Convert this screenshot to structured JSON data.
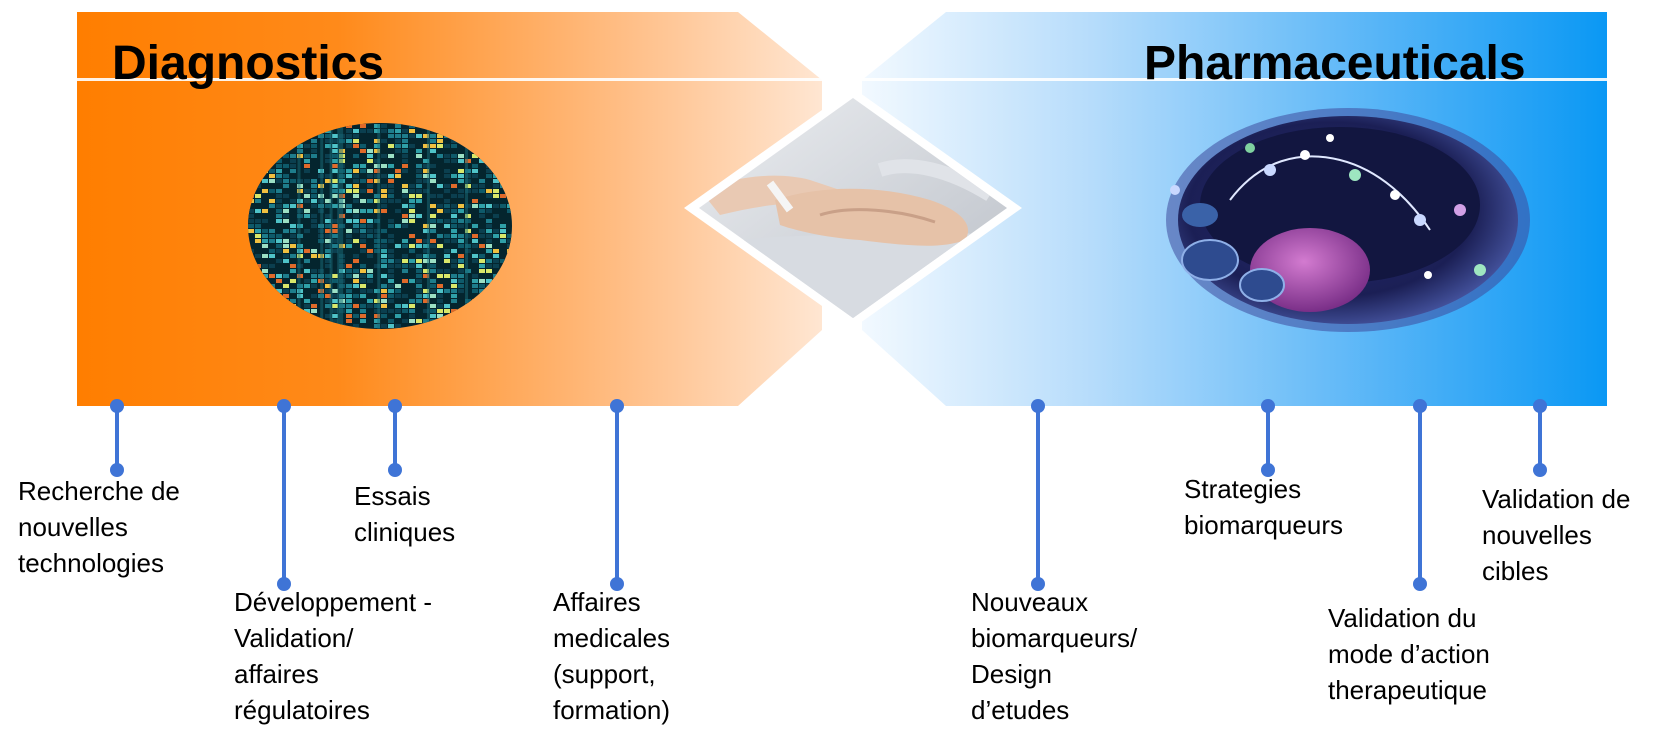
{
  "diagnostics": {
    "title": "Diagnostics",
    "color": "#FF7F00",
    "labels": [
      {
        "id": "recherche",
        "text": "Recherche de\nnouvelles\ntechnologies"
      },
      {
        "id": "developpement",
        "text": "Développement -\nValidation/\naffaires\nrégulatoires"
      },
      {
        "id": "essais",
        "text": "Essais\ncliniques"
      },
      {
        "id": "affaires",
        "text": "Affaires\nmedicales\n(support,\nformation)"
      }
    ]
  },
  "pharmaceuticals": {
    "title": "Pharmaceuticals",
    "color": "#0A9AF5",
    "labels": [
      {
        "id": "nouveaux",
        "text": "Nouveaux\nbiomarqueurs/\nDesign\nd’etudes"
      },
      {
        "id": "strategies",
        "text": "Strategies\nbiomarqueurs"
      },
      {
        "id": "validation-mode",
        "text": "Validation du\nmode d’action\ntherapeutique"
      },
      {
        "id": "validation-cibles",
        "text": "Validation de\nnouvelles\ncibles"
      }
    ]
  },
  "colors": {
    "connector": "#3F74D6"
  },
  "images": [
    "microarray-image",
    "patient-hands-image",
    "cell-illustration-image"
  ]
}
